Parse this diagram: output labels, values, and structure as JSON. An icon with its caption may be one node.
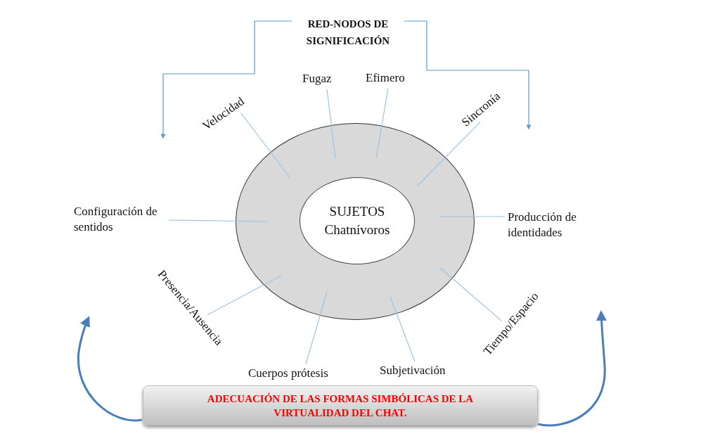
{
  "diagram": {
    "nodes": [
      {
        "text": [
          "RED-NODOS DE SIGNIFICACIÓN"
        ]
      },
      {
        "text": [],
        "shape": "circle"
      },
      {
        "text": [
          "SUJETOS Chatnívoros"
        ],
        "in": 1
      },
      {
        "text": [
          "Velocidad"
        ]
      },
      {
        "text": [
          "Fugaz"
        ]
      },
      {
        "text": [
          "Efimero"
        ]
      },
      {
        "text": [
          "Sincronía"
        ]
      },
      {
        "text": [
          "Configuración de sentidos"
        ]
      },
      {
        "text": [
          "Producción de identidades"
        ]
      },
      {
        "text": [
          "Presencia/Ausencia"
        ]
      },
      {
        "text": [
          "Tiempo/Espacio"
        ]
      },
      {
        "text": [
          "Cuerpos prótesis"
        ]
      },
      {
        "text": [
          "Subjetivación"
        ]
      },
      {
        "text": [
          "ADECUACIÓN  DE LAS FORMAS SIMBÓLICAS  DE LA VIRTUALIDAD  DEL CHAT."
        ]
      }
    ],
    "edges": [
      {
        "from": 0,
        "to": null,
        "arrow": "to",
        "color": "#5b9bd5"
      },
      {
        "from": 0,
        "to": null,
        "arrow": "to",
        "color": "#5b9bd5"
      },
      {
        "from": 3,
        "to": 1,
        "arrow": "none"
      },
      {
        "from": 4,
        "to": 1,
        "arrow": "none"
      },
      {
        "from": 5,
        "to": 1,
        "arrow": "none"
      },
      {
        "from": 6,
        "to": 1,
        "arrow": "none"
      },
      {
        "from": 7,
        "to": 1,
        "arrow": "none"
      },
      {
        "from": 8,
        "to": 1,
        "arrow": "none"
      },
      {
        "from": 9,
        "to": 1,
        "arrow": "none"
      },
      {
        "from": 10,
        "to": 1,
        "arrow": "none"
      },
      {
        "from": 11,
        "to": 1,
        "arrow": "none"
      },
      {
        "from": 12,
        "to": 1,
        "arrow": "none"
      },
      {
        "from": 13,
        "to": null,
        "arrow": "to",
        "style": "thick",
        "color": "#4a7ebb"
      },
      {
        "from": 13,
        "to": null,
        "arrow": "to",
        "style": "thick",
        "color": "#4a7ebb"
      }
    ]
  }
}
